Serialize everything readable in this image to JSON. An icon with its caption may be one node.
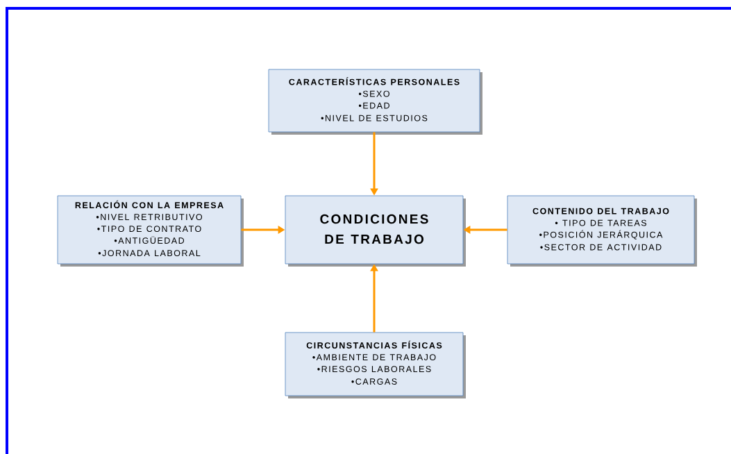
{
  "diagram": {
    "nodes": [
      {
        "text": [
          "CONDICIONES DE TRABAJO"
        ]
      },
      {
        "text": [
          "CARACTERÍSTICAS PERSONALES",
          "•SEXO",
          "•EDAD",
          "•NIVEL DE ESTUDIOS"
        ]
      },
      {
        "text": [
          "RELACIÓN CON LA EMPRESA",
          "•NIVEL RETRIBUTIVO",
          "•TIPO DE CONTRATO",
          "•ANTIGÜEDAD",
          "•JORNADA LABORAL"
        ]
      },
      {
        "text": [
          "CONTENIDO DEL TRABAJO",
          "• TIPO DE TAREAS",
          "•POSICIÓN JERÁRQUICA",
          "•SECTOR DE ACTIVIDAD"
        ]
      },
      {
        "text": [
          "CIRCUNSTANCIAS FÍSICAS",
          "•AMBIENTE DE TRABAJO",
          "•RIESGOS LABORALES",
          "•CARGAS"
        ]
      }
    ],
    "edges": [
      {
        "from": 1,
        "to": 0,
        "arrow": "to"
      },
      {
        "from": 2,
        "to": 0,
        "arrow": "to"
      },
      {
        "from": 3,
        "to": 0,
        "arrow": "to"
      },
      {
        "from": 4,
        "to": 0,
        "arrow": "to"
      }
    ]
  }
}
